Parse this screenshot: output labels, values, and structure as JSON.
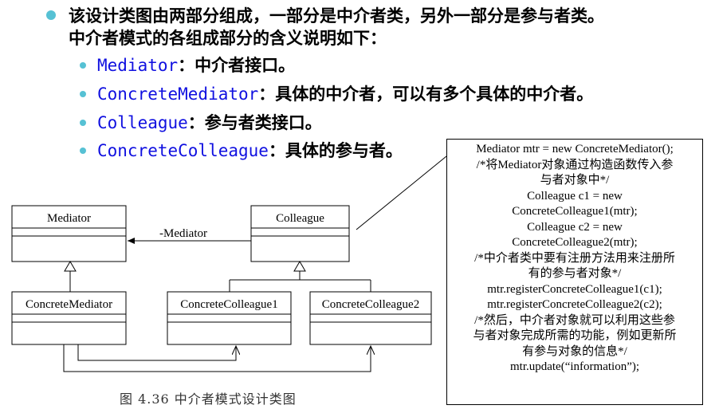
{
  "intro": {
    "line1": "该设计类图由两部分组成，一部分是中介者类，另外一部分是参与者类。",
    "line2": "中介者模式的各组成部分的含义说明如下："
  },
  "items": [
    {
      "term": "Mediator",
      "desc": "：中介者接口。"
    },
    {
      "term": "ConcreteMediator",
      "desc": "：具体的中介者，可以有多个具体的中介者。"
    },
    {
      "term": "Colleague",
      "desc": "：参与者类接口。"
    },
    {
      "term": "ConcreteColleague",
      "desc": "：具体的参与者。"
    }
  ],
  "diagram": {
    "classes": {
      "mediator": "Mediator",
      "colleague": "Colleague",
      "concrete_mediator": "ConcreteMediator",
      "concrete_colleague1": "ConcreteColleague1",
      "concrete_colleague2": "ConcreteColleague2"
    },
    "association_label": "-Mediator",
    "caption": "图 4.36   中介者模式设计类图"
  },
  "code": [
    "Mediator mtr = new ConcreteMediator();",
    "/*将Mediator对象通过构造函数传入参",
    "与者对象中*/",
    "Colleague c1 = new",
    "ConcreteColleague1(mtr);",
    "Colleague c2 = new",
    "ConcreteColleague2(mtr);",
    "/*中介者类中要有注册方法用来注册所",
    "有的参与者对象*/",
    "mtr.registerConcreteColleague1(c1);",
    "mtr.registerConcreteColleague2(c2);",
    "/*然后，中介者对象就可以利用这些参",
    "与者对象完成所需的功能，例如更新所",
    "有参与对象的信息*/",
    "mtr.update(“information”);"
  ],
  "colors": {
    "bullet": "#56c1d4",
    "term": "#1010e0"
  }
}
